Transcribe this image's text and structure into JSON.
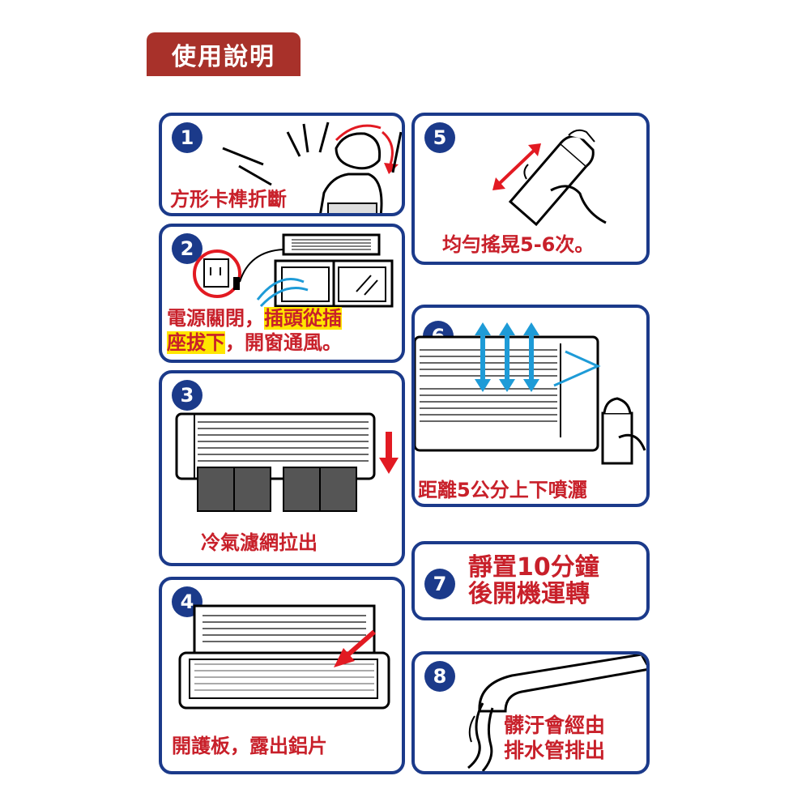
{
  "header": {
    "title": "使用說明"
  },
  "steps": [
    {
      "num": "1",
      "text": "方形卡榫折斷"
    },
    {
      "num": "2",
      "text_a": "電源關閉，",
      "text_b": "插頭從插",
      "text_c": "座拔下",
      "text_d": "，開窗通風。"
    },
    {
      "num": "3",
      "text": "冷氣濾網拉出"
    },
    {
      "num": "4",
      "text": "開護板，露出鋁片"
    },
    {
      "num": "5",
      "text": "均勻搖晃5-6次。"
    },
    {
      "num": "6",
      "text": "距離5公分上下噴灑"
    },
    {
      "num": "7",
      "line1": "靜置10分鐘",
      "line2": "後開機運轉"
    },
    {
      "num": "8",
      "line1": "髒汙會經由",
      "line2": "排水管排出"
    }
  ],
  "colors": {
    "panel_border": "#1b3a8a",
    "caption_red": "#c8202a",
    "title_bg": "#a8312a",
    "highlight": "#ffe600",
    "arrow_blue": "#1e9bd7"
  }
}
